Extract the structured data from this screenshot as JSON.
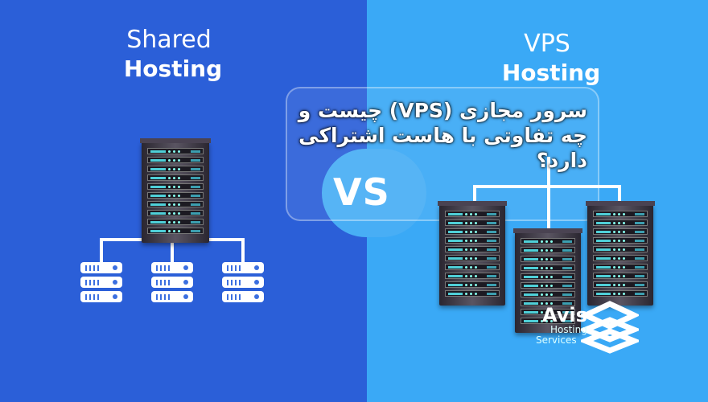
{
  "left": {
    "title_line1": "Shared",
    "title_line2": "Hosting"
  },
  "right": {
    "title_line1": "VPS",
    "title_line2": "Hosting"
  },
  "vs_label": "VS",
  "headline": "سرور مجازی (VPS) چیست و چه تفاوتی با هاست اشتراکی دارد؟",
  "logo": {
    "name": "Avis",
    "line2": "Hosting",
    "line3": "Services"
  },
  "colors": {
    "left_bg": "#2b5fd8",
    "right_bg": "#3aa9f6"
  }
}
